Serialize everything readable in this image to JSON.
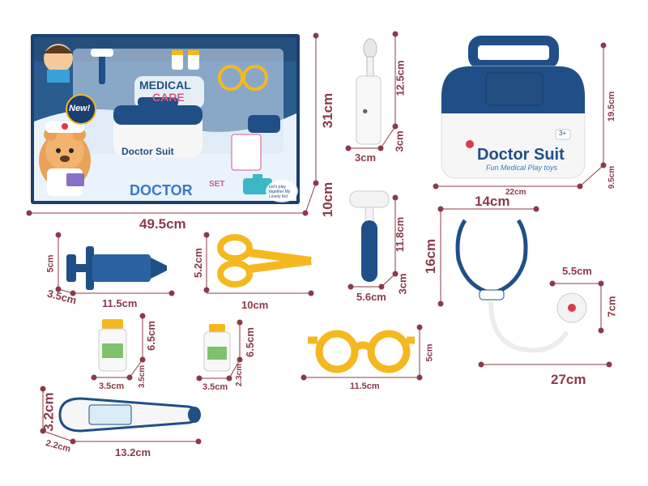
{
  "colors": {
    "dimension": "#8a3b4a",
    "navy": "#1f4f86",
    "navy_dark": "#173e6b",
    "yellow": "#f5b81f",
    "white_part": "#f4f4f4",
    "box_bg": "#eaf3fb",
    "box_border": "#1b3f6e"
  },
  "package": {
    "badge": "New!",
    "headline_line1": "MEDICAL",
    "headline_line2": "CARE",
    "case_label": "Doctor Suit",
    "bottom_label": "DOCTOR",
    "set_label": "SET",
    "bubble_text": "Let's play together My Lovely Kid"
  },
  "case": {
    "brand": "Doctor Suit",
    "tagline": "Fun Medical Play toys",
    "age_badge": "3+"
  },
  "dimensions": {
    "pkg_width": "49.5cm",
    "pkg_height": "31cm",
    "pkg_depth": "10cm",
    "dropper_height": "12.5cm",
    "dropper_width": "3cm",
    "dropper_depth": "3cm",
    "case_height": "19.5cm",
    "case_width": "22cm",
    "case_depth": "9.5cm",
    "hammer_width": "5.6cm",
    "hammer_height": "11.8cm",
    "hammer_depth": "3cm",
    "steth_width": "14cm",
    "steth_height": "16cm",
    "steth_length": "27cm",
    "steth_head_width": "5.5cm",
    "steth_head_height": "7cm",
    "syringe_height": "5cm",
    "syringe_length": "11.5cm",
    "syringe_depth": "3.5cm",
    "scissors_height": "5.2cm",
    "scissors_width": "10cm",
    "bottle1_height": "6.5cm",
    "bottle1_width": "3.5cm",
    "bottle1_depth": "3.5cm",
    "bottle2_height": "6.5cm",
    "bottle2_width": "3.5cm",
    "bottle2_depth": "2.3cm",
    "glasses_width": "11.5cm",
    "glasses_height": "5cm",
    "thermo_height": "3.2cm",
    "thermo_depth": "2.2cm",
    "thermo_length": "13.2cm"
  }
}
